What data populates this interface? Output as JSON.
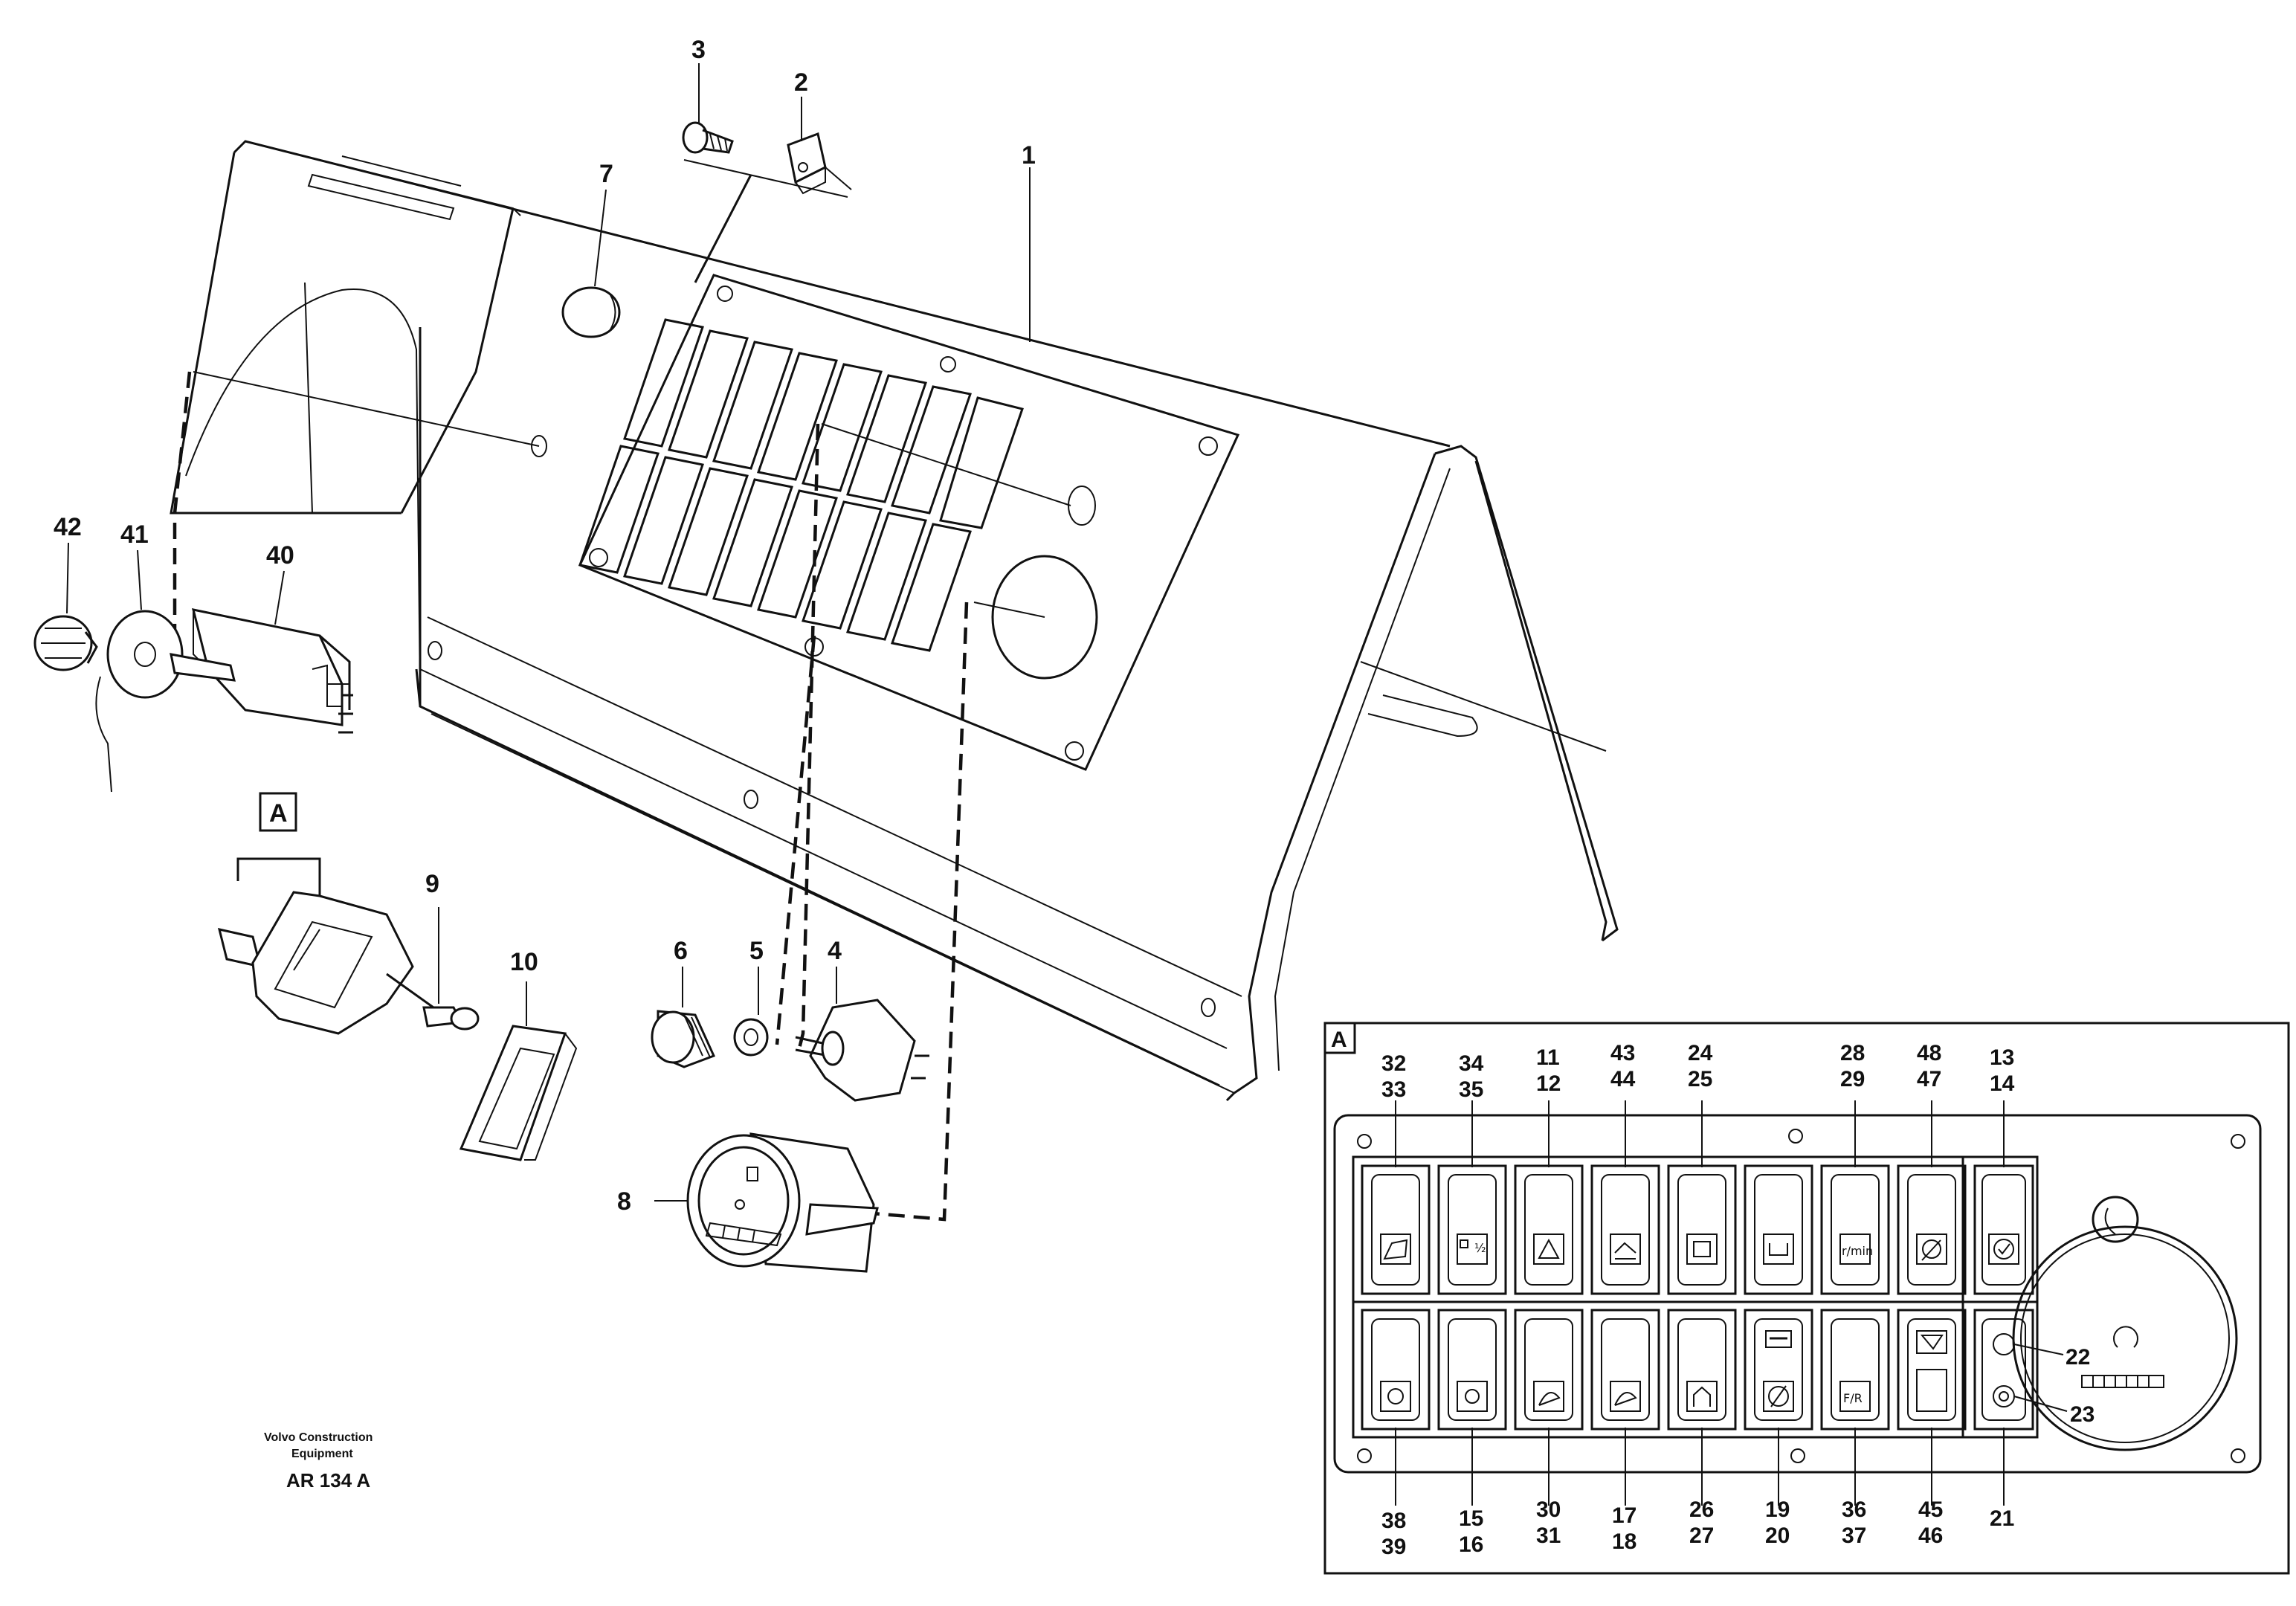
{
  "diagram": {
    "callouts": {
      "c1": "1",
      "c2": "2",
      "c3": "3",
      "c4": "4",
      "c5": "5",
      "c6": "6",
      "c7": "7",
      "c8": "8",
      "c9": "9",
      "c10": "10",
      "c40": "40",
      "c41": "41",
      "c42": "42"
    },
    "detail_view_label": "A",
    "detail": {
      "view_label": "A",
      "top_labels": [
        [
          "32",
          "33"
        ],
        [
          "34",
          "35"
        ],
        [
          "11",
          "12"
        ],
        [
          "43",
          "44"
        ],
        [
          "24",
          "25"
        ],
        [
          "28",
          "29"
        ],
        [
          "48",
          "47"
        ],
        [
          "13",
          "14"
        ]
      ],
      "bottom_labels": [
        [
          "38",
          "39"
        ],
        [
          "15",
          "16"
        ],
        [
          "30",
          "31"
        ],
        [
          "17",
          "18"
        ],
        [
          "26",
          "27"
        ],
        [
          "19",
          "20"
        ],
        [
          "36",
          "37"
        ],
        [
          "45",
          "46"
        ]
      ],
      "bottom_single": "21",
      "side_labels": [
        "22",
        "23"
      ],
      "switch_symbols": {
        "r_min": "r/min",
        "f_r": "F/R",
        "half": "½"
      }
    },
    "footer": {
      "brand_line1": "Volvo Construction",
      "brand_line2": "Equipment",
      "drawing_code": "AR 134 A"
    }
  }
}
